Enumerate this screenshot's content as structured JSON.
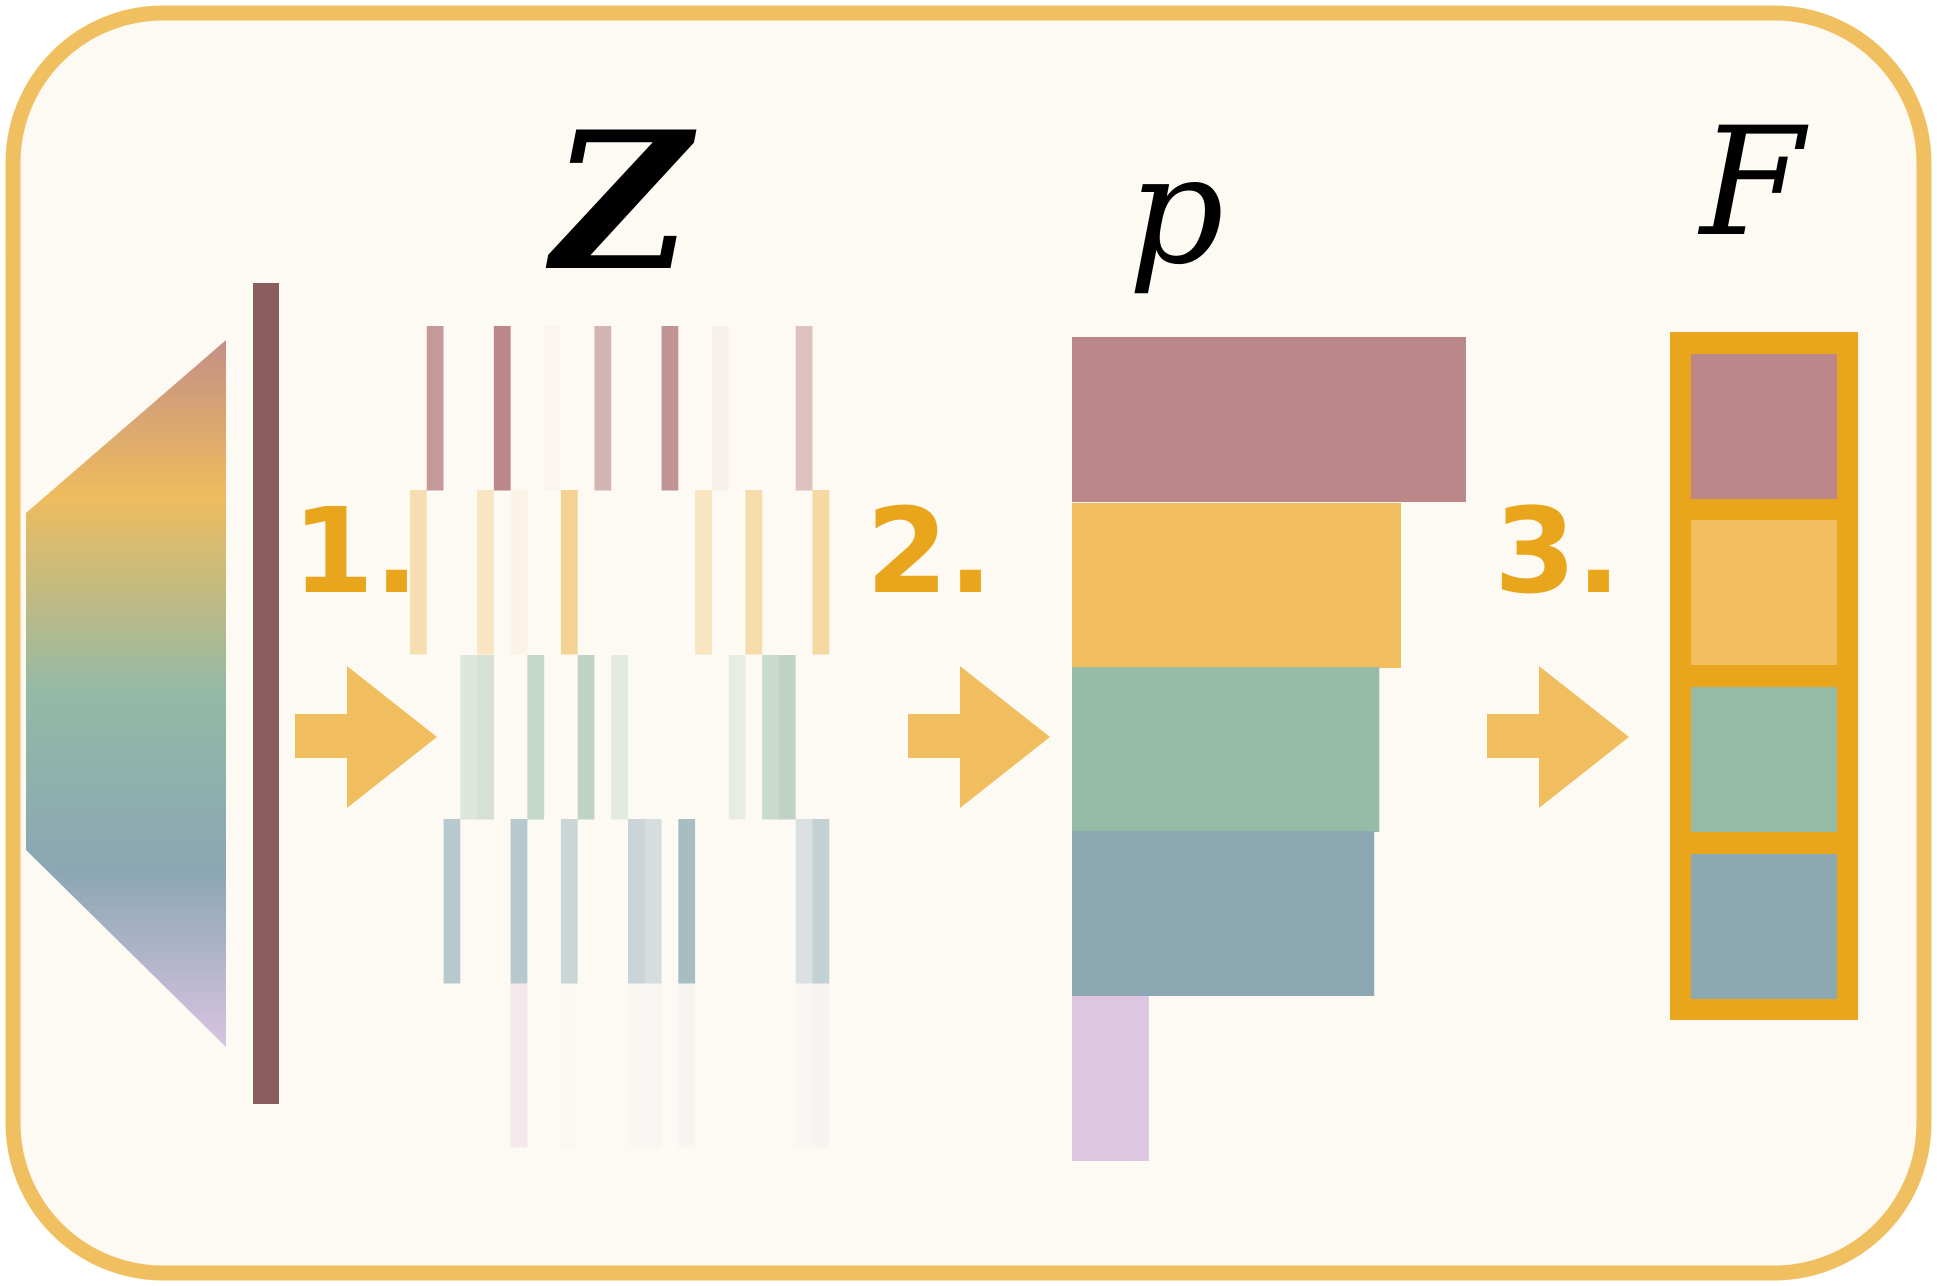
{
  "labels": {
    "z": "Z",
    "p": "p",
    "f": "F"
  },
  "steps": [
    "1.",
    "2.",
    "3."
  ],
  "colors": {
    "frame": "#f0bf60",
    "background": "#fdfaf4",
    "accent": "#e9a61c",
    "arrow": "#f0bd5f",
    "encoder_bar": "#8b5e5e",
    "rows": [
      "#bb8789",
      "#f0bd5f",
      "#96bba6",
      "#8ba8b3",
      "#dec6e2"
    ]
  },
  "z_matrix": {
    "columns": 26,
    "rows": [
      {
        "cells": [
          [
            1,
            0.85
          ],
          [
            5,
            1.0
          ],
          [
            8,
            0.04
          ],
          [
            11,
            0.6
          ],
          [
            15,
            0.9
          ],
          [
            18,
            0.08
          ],
          [
            23,
            0.5
          ]
        ]
      },
      {
        "cells": [
          [
            0,
            0.45
          ],
          [
            4,
            0.35
          ],
          [
            6,
            0.1
          ],
          [
            9,
            0.65
          ],
          [
            17,
            0.35
          ],
          [
            20,
            0.5
          ],
          [
            24,
            0.55
          ]
        ]
      },
      {
        "cells": [
          [
            3,
            0.3
          ],
          [
            4,
            0.4
          ],
          [
            7,
            0.55
          ],
          [
            10,
            0.6
          ],
          [
            12,
            0.25
          ],
          [
            19,
            0.2
          ],
          [
            21,
            0.5
          ],
          [
            22,
            0.6
          ]
        ]
      },
      {
        "cells": [
          [
            2,
            0.6
          ],
          [
            6,
            0.6
          ],
          [
            9,
            0.45
          ],
          [
            13,
            0.45
          ],
          [
            14,
            0.35
          ],
          [
            16,
            0.75
          ],
          [
            23,
            0.3
          ],
          [
            24,
            0.5
          ]
        ]
      },
      {
        "cells": [
          [
            6,
            0.35
          ],
          [
            9,
            0.06
          ],
          [
            13,
            0.08
          ],
          [
            14,
            0.1
          ],
          [
            16,
            0.12
          ],
          [
            23,
            0.08
          ],
          [
            24,
            0.15
          ]
        ]
      }
    ]
  },
  "p_values": [
    1.0,
    0.835,
    0.78,
    0.767,
    0.195
  ],
  "f_cells": 4
}
